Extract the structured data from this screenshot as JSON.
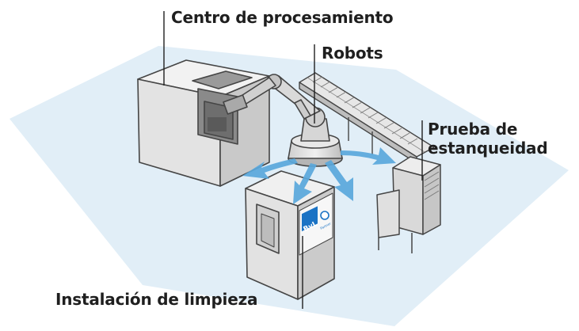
{
  "labels": {
    "processing_center": "Centro de procesamiento",
    "robots": "Robots",
    "leak_test_line1": "Prueba de",
    "leak_test_line2": "estanqueidad",
    "cleaning_system": "Instalación de limpieza"
  },
  "logos": {
    "bvl": "BvL",
    "partner": "Partner"
  },
  "colors": {
    "floor": "#e1eef7",
    "arrow": "#5aa8dc",
    "machine_fill": "#dcdcdc",
    "machine_outline": "#454545",
    "leader_line": "#1f1f1f"
  }
}
